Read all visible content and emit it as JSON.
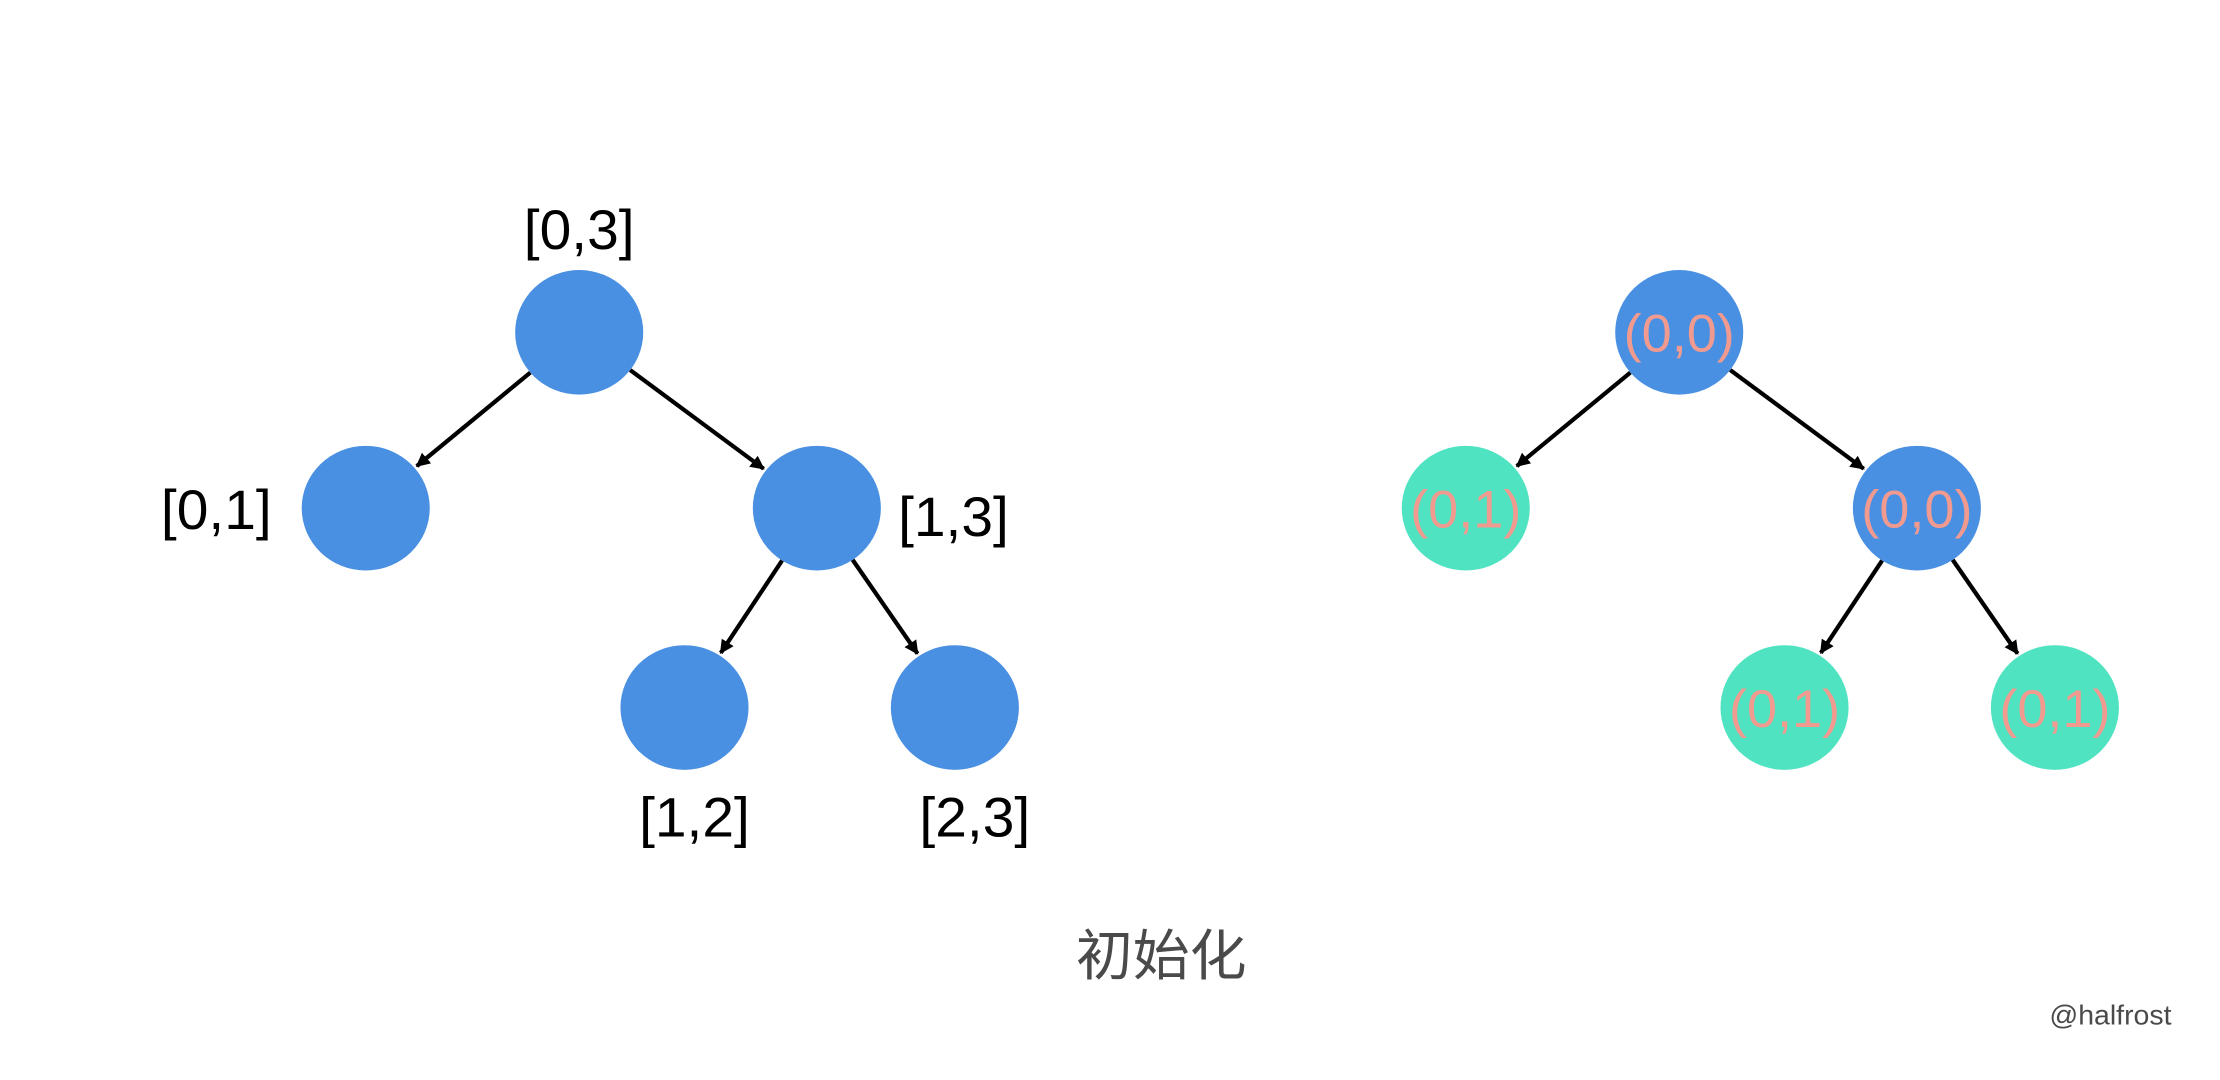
{
  "colors": {
    "internal": "#4a90e2",
    "leaf_lazy": "#50e3c2",
    "pair_text": "#f19a8f",
    "edge": "#000000",
    "caption": "#4a4a4a"
  },
  "segment_tree": {
    "nodes": [
      {
        "id": "n03",
        "label": "[0,3]"
      },
      {
        "id": "n01",
        "label": "[0,1]"
      },
      {
        "id": "n13",
        "label": "[1,3]"
      },
      {
        "id": "n12",
        "label": "[1,2]"
      },
      {
        "id": "n23",
        "label": "[2,3]"
      }
    ],
    "edges": [
      [
        "n03",
        "n01"
      ],
      [
        "n03",
        "n13"
      ],
      [
        "n13",
        "n12"
      ],
      [
        "n13",
        "n23"
      ]
    ]
  },
  "value_tree": {
    "nodes": [
      {
        "id": "v03",
        "label": "(0,0)",
        "kind": "internal"
      },
      {
        "id": "v01",
        "label": "(0,1)",
        "kind": "leaf_lazy"
      },
      {
        "id": "v13",
        "label": "(0,0)",
        "kind": "internal"
      },
      {
        "id": "v12",
        "label": "(0,1)",
        "kind": "leaf_lazy"
      },
      {
        "id": "v23",
        "label": "(0,1)",
        "kind": "leaf_lazy"
      }
    ],
    "edges": [
      [
        "v03",
        "v01"
      ],
      [
        "v03",
        "v13"
      ],
      [
        "v13",
        "v12"
      ],
      [
        "v13",
        "v23"
      ]
    ]
  },
  "caption": "初始化",
  "watermark": "@halfrost"
}
